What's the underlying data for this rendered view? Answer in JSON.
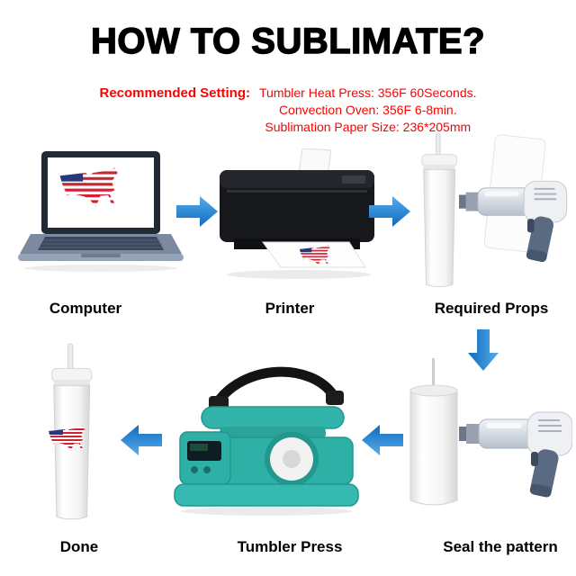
{
  "page": {
    "title": "HOW TO SUBLIMATE?"
  },
  "settings": {
    "label": "Recommended Setting:",
    "lines": [
      "Tumbler Heat Press: 356F 60Seconds.",
      "Convection Oven: 356F 6-8min.",
      "Sublimation Paper Size: 236*205mm"
    ]
  },
  "steps": {
    "computer": "Computer",
    "printer": "Printer",
    "props": "Required Props",
    "seal": "Seal the pattern",
    "press": "Tumbler Press",
    "done": "Done"
  },
  "colors": {
    "arrow_blue": "#1d7fd2",
    "text_red": "#ff0000",
    "press_teal": "#2fb0a7",
    "flag_red": "#cf2233",
    "flag_blue": "#25397f"
  },
  "icons": {
    "flow": [
      "arrow-right-icon",
      "arrow-right-icon",
      "arrow-down-icon",
      "arrow-left-icon",
      "arrow-left-icon"
    ],
    "illustrations": [
      "laptop-illustration",
      "printer-illustration",
      "tumbler-illustration",
      "sublimation-paper-illustration",
      "heat-gun-illustration",
      "tumbler-press-illustration",
      "usa-flag-icon"
    ]
  }
}
